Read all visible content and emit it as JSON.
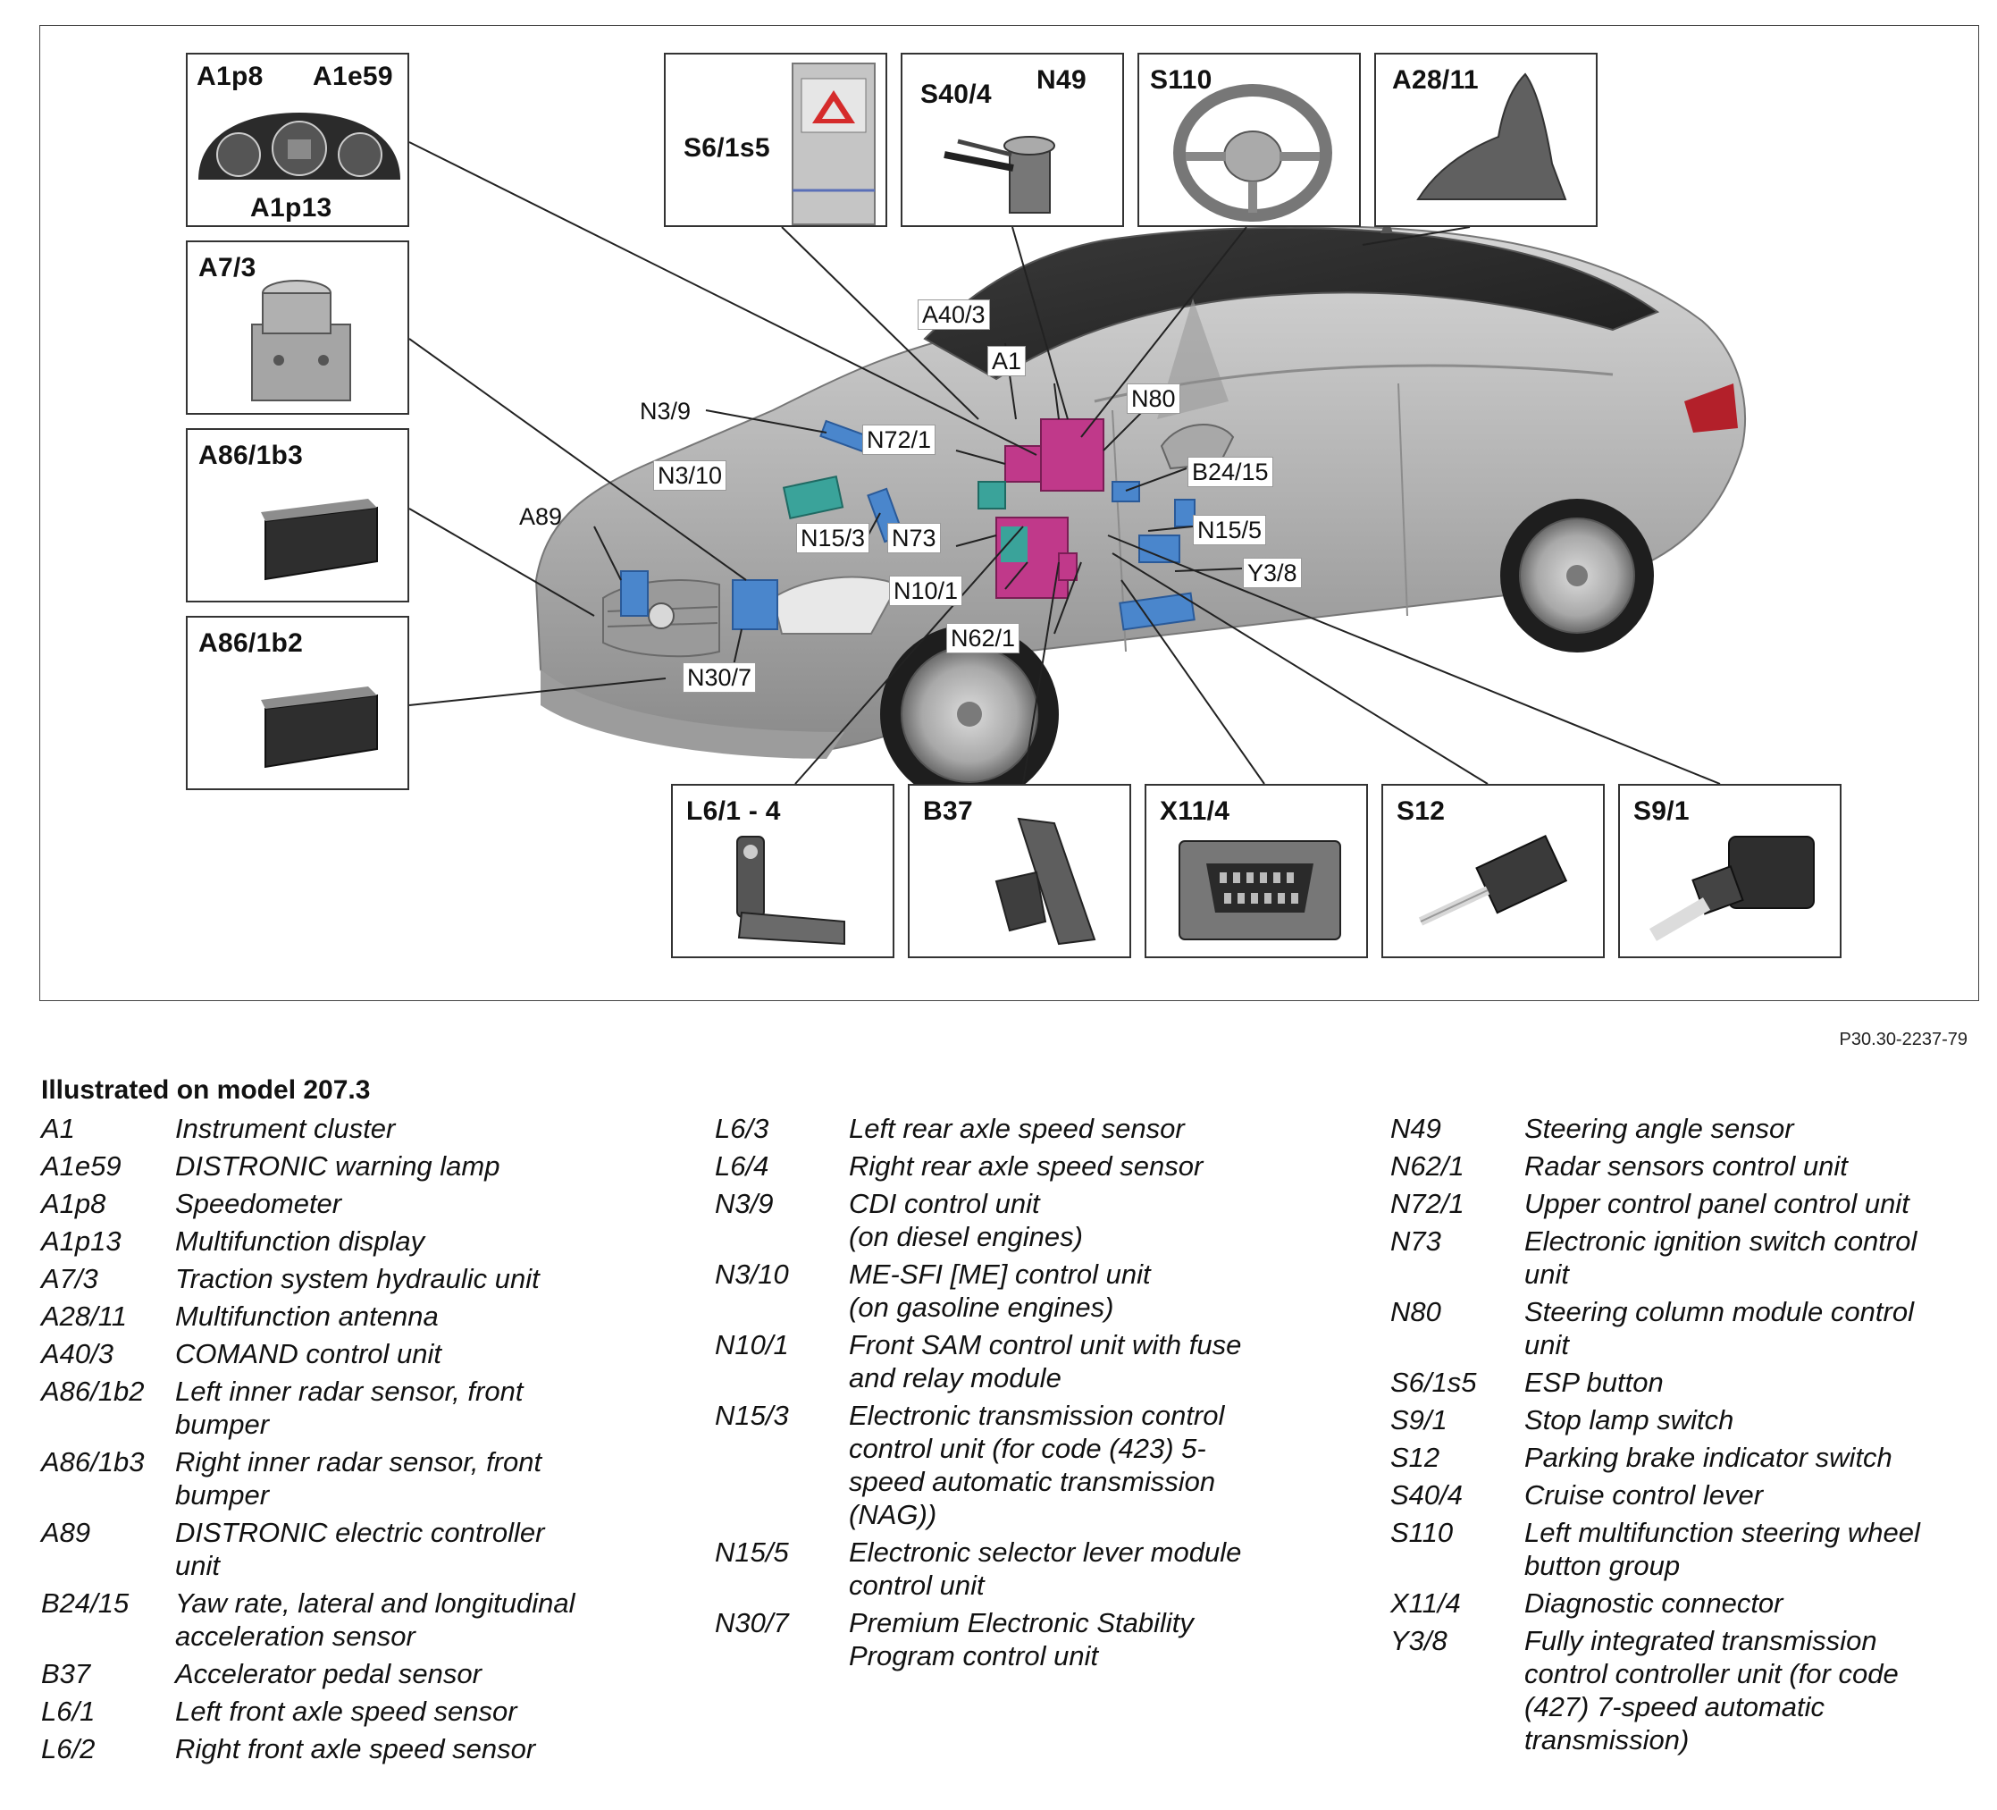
{
  "figure": {
    "code": "P30.30-2237-79",
    "part_boxes": [
      {
        "id": "instrument",
        "labels": [
          "A1p8",
          "A1e59",
          "A1p13"
        ]
      },
      {
        "id": "hydraulic",
        "labels": [
          "A7/3"
        ]
      },
      {
        "id": "radar-right",
        "labels": [
          "A86/1b3"
        ]
      },
      {
        "id": "radar-left",
        "labels": [
          "A86/1b2"
        ]
      },
      {
        "id": "esp-button",
        "labels": [
          "S6/1s5"
        ]
      },
      {
        "id": "steering-lever",
        "labels": [
          "S40/4",
          "N49"
        ]
      },
      {
        "id": "steering-wheel",
        "labels": [
          "S110"
        ]
      },
      {
        "id": "antenna",
        "labels": [
          "A28/11"
        ]
      },
      {
        "id": "axle-sensor",
        "labels": [
          "L6/1 - 4"
        ]
      },
      {
        "id": "pedal",
        "labels": [
          "B37"
        ]
      },
      {
        "id": "diag-connector",
        "labels": [
          "X11/4"
        ]
      },
      {
        "id": "park-switch",
        "labels": [
          "S12"
        ]
      },
      {
        "id": "stop-switch",
        "labels": [
          "S9/1"
        ]
      }
    ],
    "callouts": [
      "A40/3",
      "A1",
      "N80",
      "N3/9",
      "N72/1",
      "N3/10",
      "B24/15",
      "A89",
      "N15/3",
      "N73",
      "N15/5",
      "Y3/8",
      "N10/1",
      "N62/1",
      "N30/7"
    ],
    "colors": {
      "car_body": "#b4b4b4",
      "module_magenta": "#c0398a",
      "module_blue": "#4a86cc",
      "module_teal": "#3aa39a",
      "frame": "#444444"
    }
  },
  "legend": {
    "title": "Illustrated on model 207.3",
    "columns": [
      [
        {
          "code": "A1",
          "desc": "Instrument cluster"
        },
        {
          "code": "A1e59",
          "desc": "DISTRONIC warning lamp"
        },
        {
          "code": "A1p8",
          "desc": "Speedometer"
        },
        {
          "code": "A1p13",
          "desc": "Multifunction display"
        },
        {
          "code": "A7/3",
          "desc": "Traction system hydraulic unit"
        },
        {
          "code": "A28/11",
          "desc": "Multifunction antenna"
        },
        {
          "code": "A40/3",
          "desc": "COMAND control unit"
        },
        {
          "code": "A86/1b2",
          "desc": "Left inner radar sensor, front\nbumper"
        },
        {
          "code": "A86/1b3",
          "desc": "Right inner radar sensor, front\nbumper"
        },
        {
          "code": "A89",
          "desc": "DISTRONIC electric controller\nunit"
        },
        {
          "code": "B24/15",
          "desc": "Yaw rate, lateral and longitudinal\nacceleration sensor"
        },
        {
          "code": "B37",
          "desc": "Accelerator pedal sensor"
        },
        {
          "code": "L6/1",
          "desc": "Left front axle speed sensor"
        },
        {
          "code": "L6/2",
          "desc": "Right front axle speed sensor"
        }
      ],
      [
        {
          "code": "L6/3",
          "desc": "Left rear axle speed sensor"
        },
        {
          "code": "L6/4",
          "desc": "Right rear axle speed sensor"
        },
        {
          "code": "N3/9",
          "desc": "CDI control unit\n(on diesel engines)"
        },
        {
          "code": "N3/10",
          "desc": "ME-SFI [ME] control unit\n(on gasoline engines)"
        },
        {
          "code": "N10/1",
          "desc": "Front SAM control unit with fuse\nand relay module"
        },
        {
          "code": "N15/3",
          "desc": "Electronic transmission control\ncontrol unit (for code (423) 5-\nspeed automatic transmission\n(NAG))"
        },
        {
          "code": "N15/5",
          "desc": "Electronic selector lever module\ncontrol unit"
        },
        {
          "code": "N30/7",
          "desc": "Premium Electronic Stability\nProgram control unit"
        }
      ],
      [
        {
          "code": "N49",
          "desc": "Steering angle sensor"
        },
        {
          "code": "N62/1",
          "desc": "Radar sensors control unit"
        },
        {
          "code": "N72/1",
          "desc": "Upper control panel control unit"
        },
        {
          "code": "N73",
          "desc": "Electronic ignition switch control\nunit"
        },
        {
          "code": "N80",
          "desc": "Steering column module control\nunit"
        },
        {
          "code": "S6/1s5",
          "desc": "ESP button"
        },
        {
          "code": "S9/1",
          "desc": "Stop lamp switch"
        },
        {
          "code": "S12",
          "desc": "Parking brake indicator switch"
        },
        {
          "code": "S40/4",
          "desc": "Cruise control lever"
        },
        {
          "code": "S110",
          "desc": "Left multifunction steering wheel\nbutton group"
        },
        {
          "code": "X11/4",
          "desc": "Diagnostic connector"
        },
        {
          "code": "Y3/8",
          "desc": "Fully integrated transmission\ncontrol controller unit (for code\n(427) 7-speed automatic\ntransmission)"
        }
      ]
    ]
  }
}
